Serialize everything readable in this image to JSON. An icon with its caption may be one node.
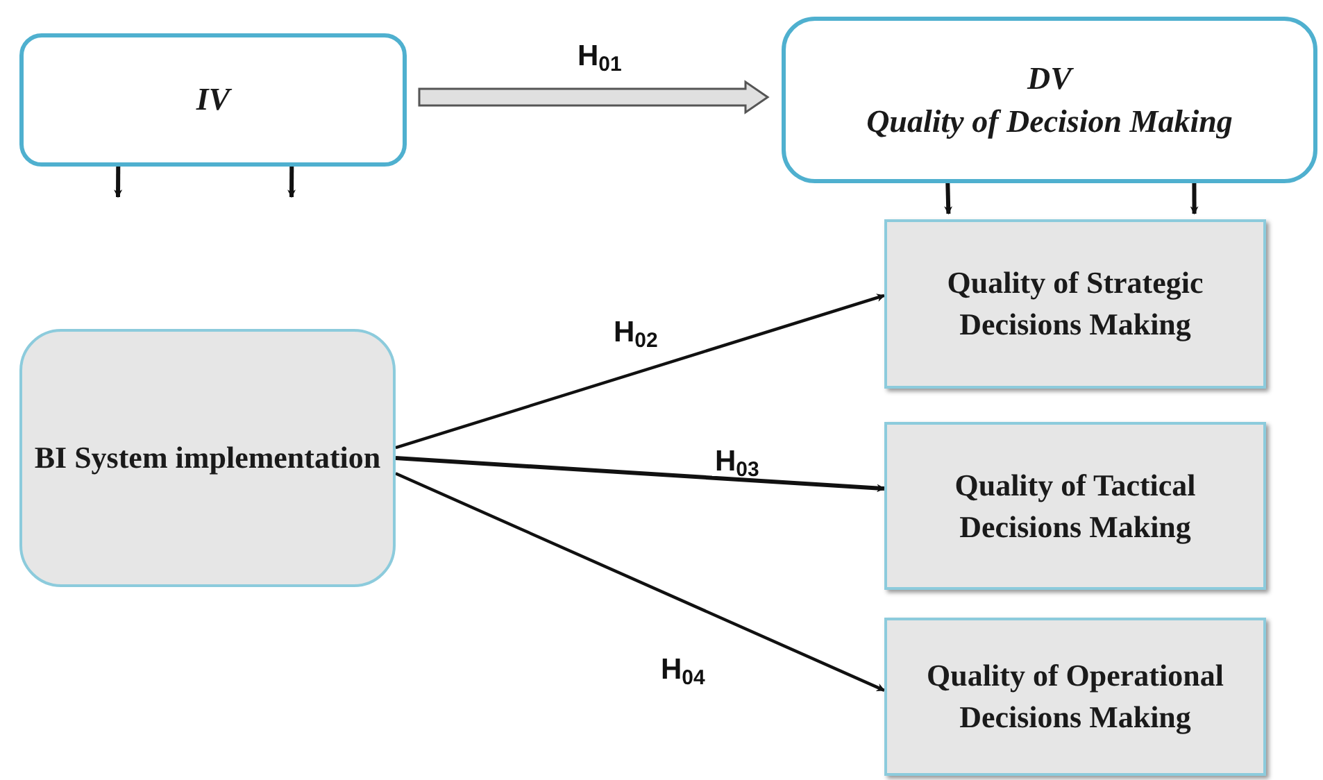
{
  "diagram": {
    "nodes": [
      {
        "text": [
          "IV"
        ]
      },
      {
        "text": [
          "DV",
          "Quality of Decision Making"
        ]
      },
      {
        "text": [
          "Quality of Strategic Decisions Making"
        ]
      },
      {
        "text": [
          "BI System implementation"
        ]
      },
      {
        "text": [
          "Quality of Tactical Decisions Making"
        ]
      },
      {
        "text": [
          "Quality of Operational Decisions Making"
        ]
      }
    ],
    "edges": [
      {
        "from": 0,
        "to": 1,
        "arrow": "to",
        "label": "H$_{01}$",
        "style": "thick"
      },
      {
        "from": 0,
        "to": null,
        "arrow": "to"
      },
      {
        "from": 0,
        "to": null,
        "arrow": "to"
      },
      {
        "from": 1,
        "to": 2,
        "arrow": "to"
      },
      {
        "from": 1,
        "to": 2,
        "arrow": "to"
      },
      {
        "from": 3,
        "to": 2,
        "arrow": "to",
        "label": "H$_{02}$"
      },
      {
        "from": 3,
        "to": 4,
        "arrow": "to",
        "label": "H$_{03}$"
      },
      {
        "from": 3,
        "to": 5,
        "arrow": "to",
        "label": "H$_{04}$"
      }
    ]
  }
}
